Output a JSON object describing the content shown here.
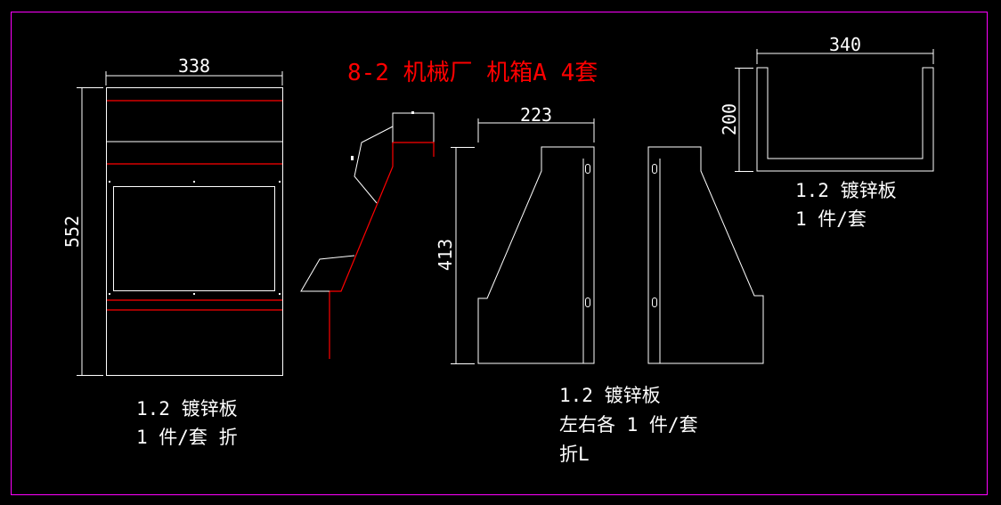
{
  "title": "8-2 机械厂 机箱A  4套",
  "colors": {
    "background": "#000000",
    "border": "#ff00ff",
    "line": "#ffffff",
    "bend": "#ff0000"
  },
  "front_panel": {
    "width_dim": "338",
    "height_dim": "552",
    "note_line1": "1.2 镀锌板",
    "note_line2": "1 件/套 折"
  },
  "side_panels": {
    "width_dim": "223",
    "height_dim": "413",
    "note_line1": "1.2 镀锌板",
    "note_line2": "左右各 1 件/套",
    "note_line3": "折L"
  },
  "channel": {
    "width_dim": "340",
    "height_dim": "200",
    "note_line1": "1.2 镀锌板",
    "note_line2": "1 件/套"
  }
}
